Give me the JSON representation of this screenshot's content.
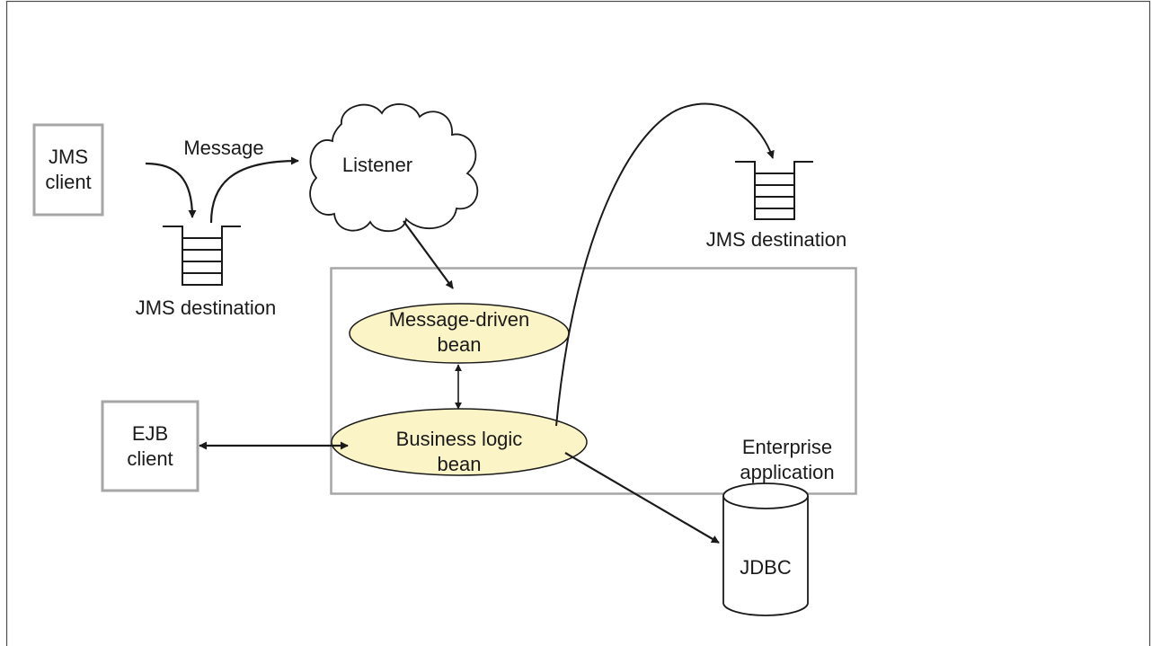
{
  "diagram": {
    "jms_client": {
      "line1": "JMS",
      "line2": "client"
    },
    "message_label": "Message",
    "jms_destination_left": "JMS destination",
    "listener": "Listener",
    "jms_destination_right": "JMS destination",
    "message_driven_bean": {
      "line1": "Message-driven",
      "line2": "bean"
    },
    "business_logic_bean": {
      "line1": "Business logic",
      "line2": "bean"
    },
    "ejb_client": {
      "line1": "EJB",
      "line2": "client"
    },
    "enterprise_application": {
      "line1": "Enterprise",
      "line2": "application"
    },
    "jdbc": "JDBC",
    "colors": {
      "box_border": "#a6a6a6",
      "bean_fill": "#fbf4c6",
      "line": "#1a1a1a"
    }
  }
}
